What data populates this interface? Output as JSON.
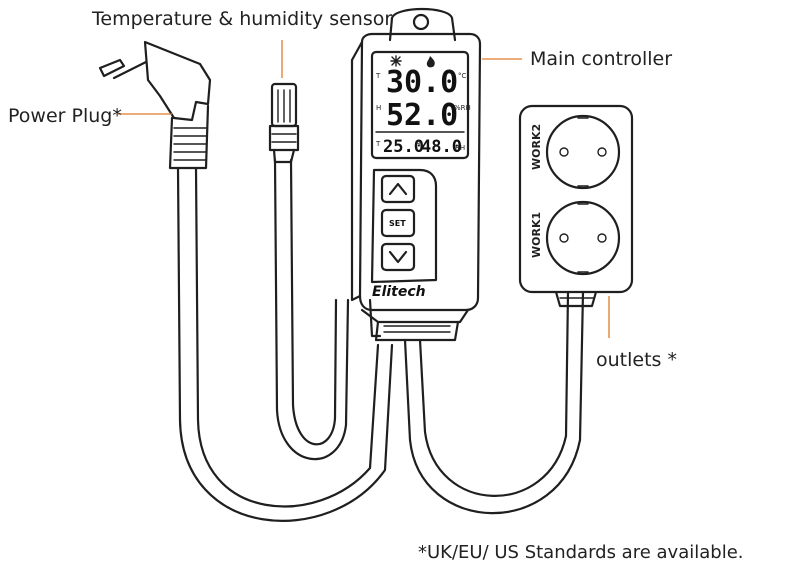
{
  "labels": {
    "sensor": "Temperature & humidity sensor",
    "controller": "Main controller",
    "plug": "Power Plug*",
    "outlets": "outlets *",
    "footnote": "*UK/EU/ US Standards are available."
  },
  "display": {
    "temp_prefix": "T",
    "temp_value": "30.0",
    "temp_unit": "°C",
    "hum_prefix": "H",
    "hum_value": "52.0",
    "hum_unit": "%RH",
    "sub_left_label": "T",
    "sub_left_value": "25.0",
    "sub_right_label": "H",
    "sub_right_value": "48.0",
    "sub_right_unit": "RH"
  },
  "buttons": {
    "set_label": "SET"
  },
  "brand": "Elitech",
  "outlet_labels": {
    "top": "WORK2",
    "bottom": "WORK1"
  },
  "colors": {
    "leader_line": "#e07b2a",
    "outline": "#1f1f1f"
  },
  "icons": [
    "snowflake-icon",
    "flame-icon",
    "up-arrow-icon",
    "down-arrow-icon"
  ]
}
